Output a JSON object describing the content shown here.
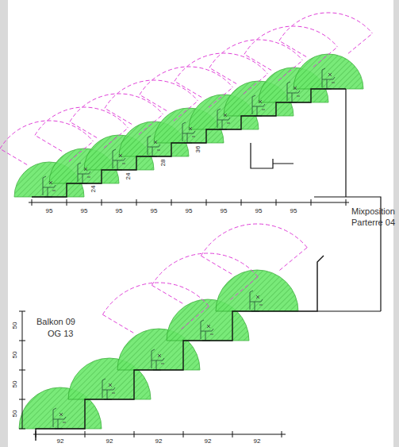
{
  "diagram": {
    "labels": [
      "Mixposition",
      "Parterre 04",
      "Balkon 09",
      "OG 13",
      "95",
      "95",
      "95",
      "95",
      "95",
      "95",
      "95",
      "95",
      "92",
      "92",
      "92",
      "92",
      "92",
      "50",
      "50",
      "50",
      "50",
      "24",
      "24",
      "28",
      "36"
    ]
  }
}
